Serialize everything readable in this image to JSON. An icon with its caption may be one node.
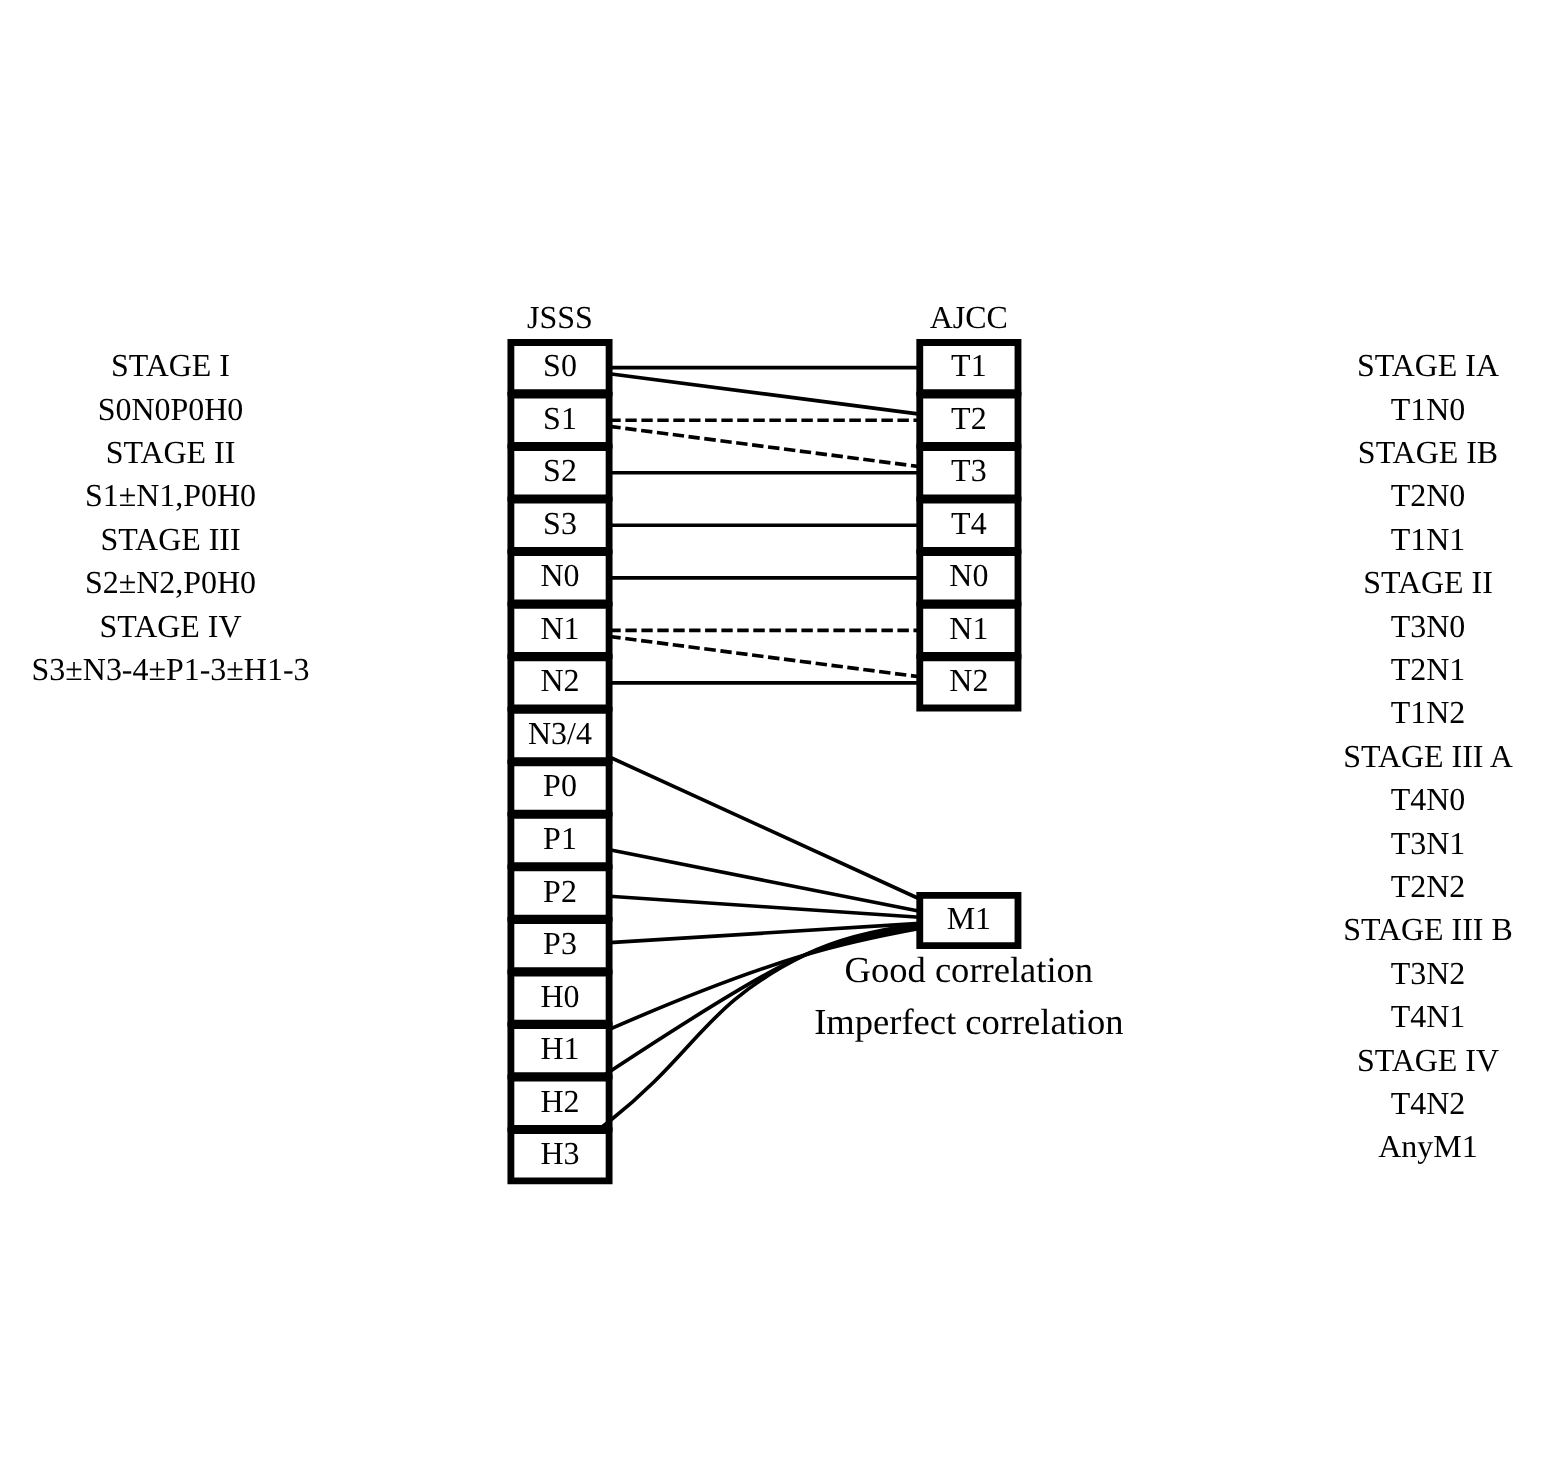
{
  "diagram": {
    "nodes": [
      {
        "text": [
          "S0"
        ]
      },
      {
        "text": [
          "S1"
        ]
      },
      {
        "text": [
          "S2"
        ]
      },
      {
        "text": [
          "S3"
        ]
      },
      {
        "text": [
          "N0"
        ]
      },
      {
        "text": [
          "N1"
        ]
      },
      {
        "text": [
          "N2"
        ]
      },
      {
        "text": [
          "N3/4"
        ]
      },
      {
        "text": [
          "P0"
        ]
      },
      {
        "text": [
          "P1"
        ]
      },
      {
        "text": [
          "P2"
        ]
      },
      {
        "text": [
          "P3"
        ]
      },
      {
        "text": [
          "H0"
        ]
      },
      {
        "text": [
          "H1"
        ]
      },
      {
        "text": [
          "H2"
        ]
      },
      {
        "text": [
          "H3"
        ]
      },
      {
        "text": [
          "T1"
        ]
      },
      {
        "text": [
          "T2"
        ]
      },
      {
        "text": [
          "T3"
        ]
      },
      {
        "text": [
          "T4"
        ]
      },
      {
        "text": [
          "N0"
        ]
      },
      {
        "text": [
          "N1"
        ]
      },
      {
        "text": [
          "N2"
        ]
      },
      {
        "text": [
          "M1"
        ]
      }
    ],
    "edges": [
      {
        "from": 0,
        "to": 16,
        "arrow": "none"
      },
      {
        "from": 0,
        "to": 17,
        "arrow": "none"
      },
      {
        "from": 1,
        "to": 17,
        "arrow": "none",
        "style": "dashed"
      },
      {
        "from": 1,
        "to": 18,
        "arrow": "none",
        "style": "dashed"
      },
      {
        "from": 2,
        "to": 18,
        "arrow": "none"
      },
      {
        "from": 3,
        "to": 19,
        "arrow": "none"
      },
      {
        "from": 4,
        "to": 20,
        "arrow": "none"
      },
      {
        "from": 5,
        "to": 21,
        "arrow": "none",
        "style": "dashed"
      },
      {
        "from": 5,
        "to": 22,
        "arrow": "none",
        "style": "dashed"
      },
      {
        "from": 6,
        "to": 22,
        "arrow": "none"
      },
      {
        "from": 7,
        "to": 23,
        "arrow": "none"
      },
      {
        "from": 9,
        "to": 23,
        "arrow": "none"
      },
      {
        "from": 10,
        "to": 23,
        "arrow": "none"
      },
      {
        "from": 11,
        "to": 23,
        "arrow": "none"
      },
      {
        "from": 13,
        "to": 23,
        "arrow": "none"
      },
      {
        "from": 14,
        "to": 23,
        "arrow": "none"
      },
      {
        "from": 15,
        "to": 23,
        "arrow": "none"
      }
    ],
    "labels": [
      "JSSS",
      "AJCC",
      "STAGE I",
      "S0N0P0H0",
      "STAGE II",
      "S1±N1,P0H0",
      "STAGE III",
      "S2±N2,P0H0",
      "STAGE IV",
      "S3±N3-4±P1-3±H1-3",
      "STAGE IA",
      "T1N0",
      "STAGE IB",
      "T2N0",
      "T1N1",
      "STAGE II",
      "T3N0",
      "T2N1",
      "T1N2",
      "STAGE III A",
      "T4N0",
      "T3N1",
      "T2N2",
      "STAGE III B",
      "T3N2",
      "T4N1",
      "STAGE IV",
      "T4N2",
      "AnyM1"
    ],
    "legend": [
      {
        "text": "Good correlation"
      },
      {
        "text": "Imperfect correlation"
      }
    ]
  }
}
